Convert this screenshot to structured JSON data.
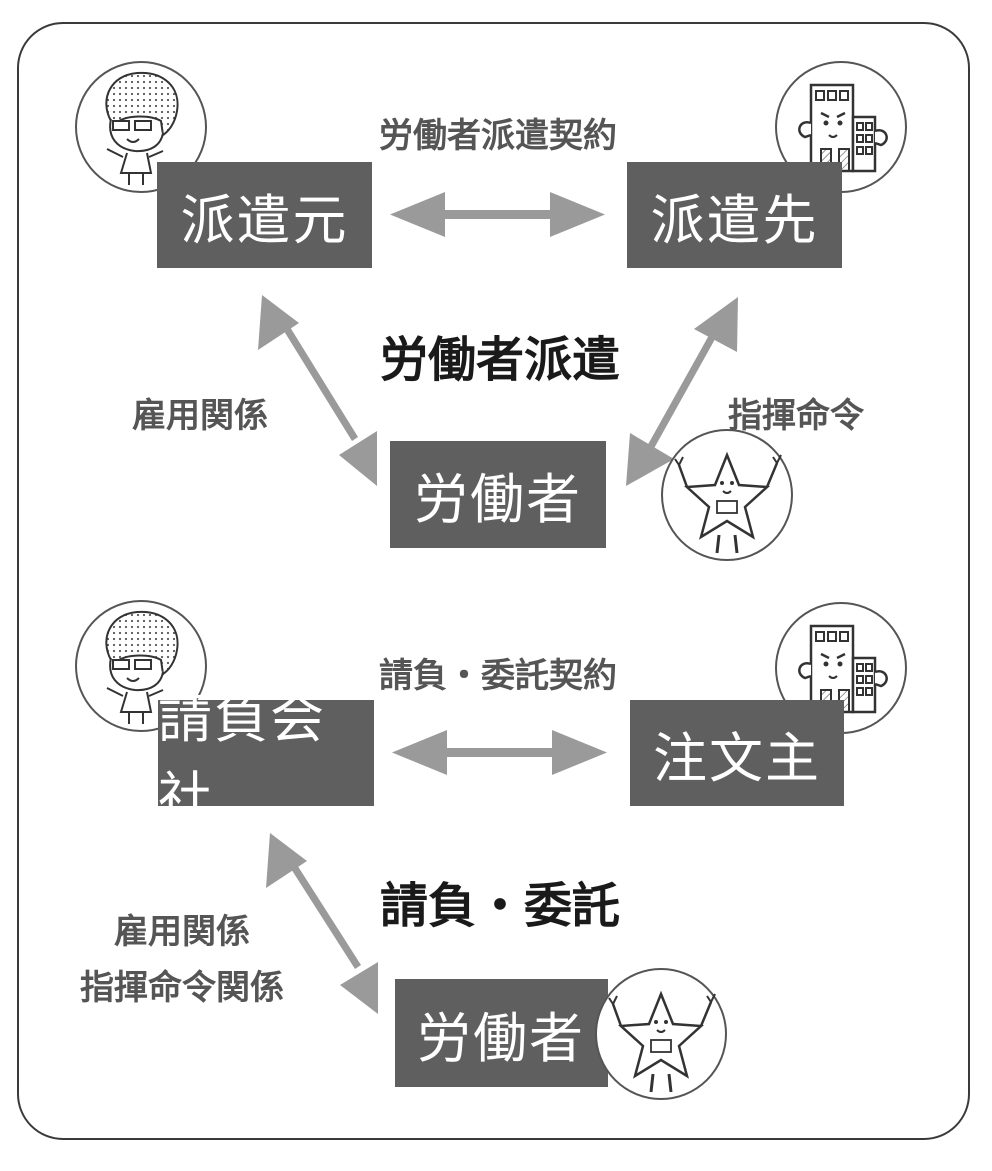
{
  "colors": {
    "box": "#5f5f5f",
    "arrow": "#9a9a9a",
    "label": "#555555",
    "title": "#1a1a1a",
    "frame": "#3a3a3a"
  },
  "dispatch": {
    "title": "労働者派遣",
    "contract_label": "労働者派遣契約",
    "employment_label": "雇用関係",
    "command_label": "指揮命令",
    "boxes": {
      "origin": "派遣元",
      "destination": "派遣先",
      "worker": "労働者"
    },
    "icons": [
      "woman-character-icon",
      "office-building-icon",
      "star-character-icon"
    ]
  },
  "contract": {
    "title": "請負・委託",
    "contract_label": "請負・委託契約",
    "relation_label_1": "雇用関係",
    "relation_label_2": "指揮命令関係",
    "boxes": {
      "contractor": "請負会社",
      "client": "注文主",
      "worker": "労働者"
    },
    "icons": [
      "woman-character-icon",
      "office-building-icon",
      "star-character-icon"
    ]
  }
}
